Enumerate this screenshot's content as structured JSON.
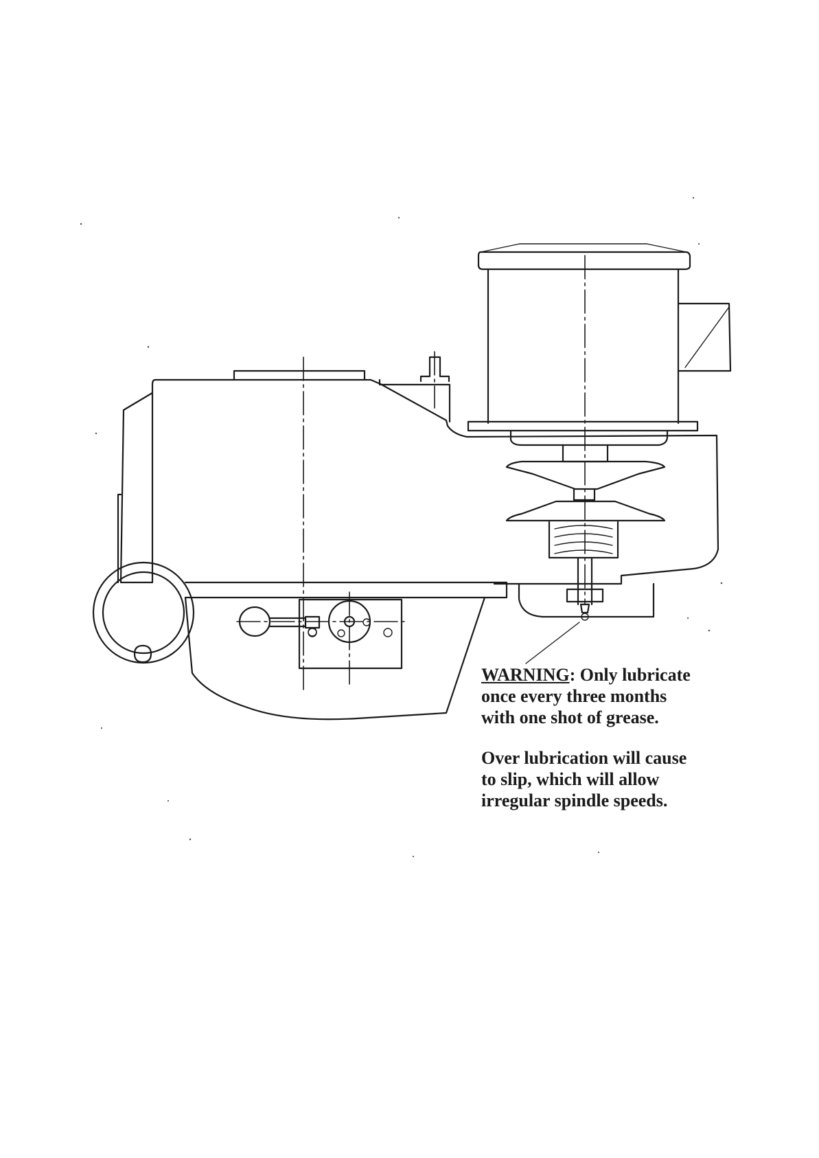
{
  "warning": {
    "label": "WARNING",
    "line1_rest": ": Only lubricate",
    "line2": "once every three months",
    "line3": "with one shot of grease."
  },
  "over_lubrication": {
    "line1": "Over lubrication will cause",
    "line2": "to slip, which will allow",
    "line3": "irregular spindle speeds."
  }
}
